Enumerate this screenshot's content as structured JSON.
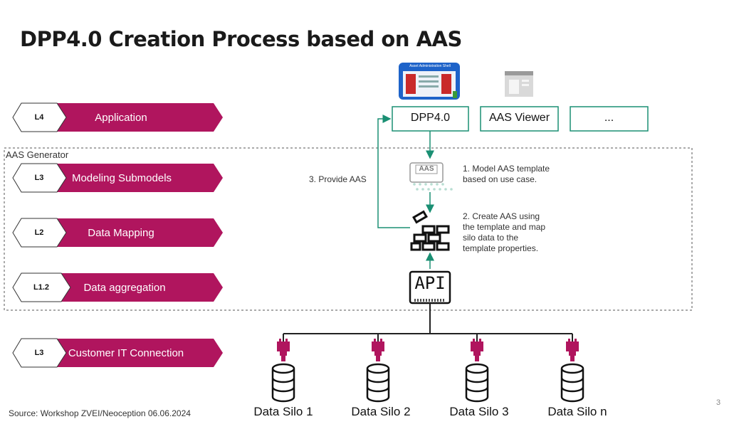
{
  "title": "DPP4.0 Creation Process based on AAS",
  "layers": [
    {
      "code": "L4",
      "name": "Application"
    },
    {
      "code": "L3",
      "name": "Modeling Submodels"
    },
    {
      "code": "L2",
      "name": "Data Mapping"
    },
    {
      "code": "L1.2",
      "name": "Data aggregation"
    },
    {
      "code": "L3",
      "name": "Customer IT Connection"
    }
  ],
  "group_label": "AAS Generator",
  "apps": {
    "dpp": "DPP4.0",
    "viewer": "AAS Viewer",
    "more": "..."
  },
  "aas_icon_label": "AAS",
  "aas_shell_label": "Asset Administration Shell",
  "api_label": "API",
  "provide": "3. Provide AAS",
  "step1": [
    "1. Model AAS template",
    "based on use case."
  ],
  "step2": [
    "2. Create AAS using",
    "the template and map",
    "silo data to the",
    "template properties."
  ],
  "silos": [
    "Data Silo 1",
    "Data Silo 2",
    "Data Silo 3",
    "Data Silo n"
  ],
  "source": "Source: Workshop ZVEI/Neoception 06.06.2024",
  "page": "3",
  "colors": {
    "magenta": "#b0155e",
    "teal": "#1a8f73",
    "dark": "#222222"
  }
}
